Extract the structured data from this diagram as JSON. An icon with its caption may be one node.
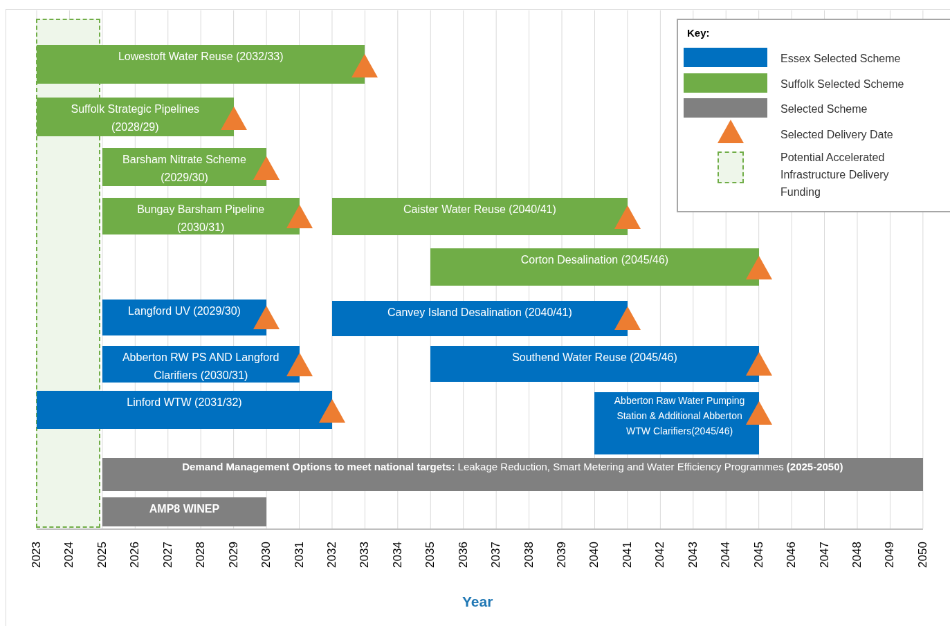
{
  "diagram": {
    "nodes": [
      {
        "text": [
          "Lowestoft Water Reuse (2032/33)"
        ]
      },
      {
        "text": [
          "Suffolk Strategic Pipelines (2028/29)"
        ]
      },
      {
        "text": [
          "Barsham Nitrate Scheme (2029/30)"
        ]
      },
      {
        "text": [
          "Bungay Barsham Pipeline (2030/31)"
        ]
      },
      {
        "text": [
          "Caister Water Reuse (2040/41)"
        ]
      },
      {
        "text": [
          "Corton Desalination (2045/46)"
        ]
      },
      {
        "text": [
          "Langford UV (2029/30)"
        ]
      },
      {
        "text": [
          "Canvey Island Desalination (2040/41)"
        ]
      },
      {
        "text": [
          "Abberton RW PS AND Langford Clarifiers (2030/31)"
        ]
      },
      {
        "text": [
          "Southend Water Reuse (2045/46)"
        ]
      },
      {
        "text": [
          "Linford WTW (2031/32)"
        ]
      },
      {
        "text": [
          "Abberton Raw Water Pumping Station & Additional Abberton WTW Clarifiers(2045/46)"
        ]
      },
      {
        "text": [
          "**Demand Management Options to meet national targets:** Leakage Reduction, Smart Metering and Water Efficiency Programmes **(2025-2050)**"
        ]
      },
      {
        "text": [
          "AMP8 WINEP"
        ]
      },
      {
        "text": [],
        "shape": "box"
      }
    ],
    "labels": [
      "Key:",
      "2023",
      "2024",
      "2025",
      "2026",
      "2027",
      "2028",
      "2029",
      "2030",
      "2031",
      "2032",
      "2033",
      "2034",
      "2035",
      "2036",
      "2037",
      "2038",
      "2039",
      "2040",
      "2041",
      "2042",
      "2043",
      "2044",
      "2045",
      "2046",
      "2047",
      "2048",
      "2049",
      "2050",
      "Year"
    ],
    "legend": [
      {
        "text": "Essex Selected Scheme",
        "color": "#0070c0"
      },
      {
        "text": "Suffolk Selected Scheme",
        "color": "#70ad47"
      },
      {
        "text": "Selected Scheme",
        "color": "#808080"
      },
      {
        "text": "Selected Delivery Date"
      },
      {
        "text": "Potential Accelerated Infrastructure Delivery Funding"
      }
    ]
  }
}
